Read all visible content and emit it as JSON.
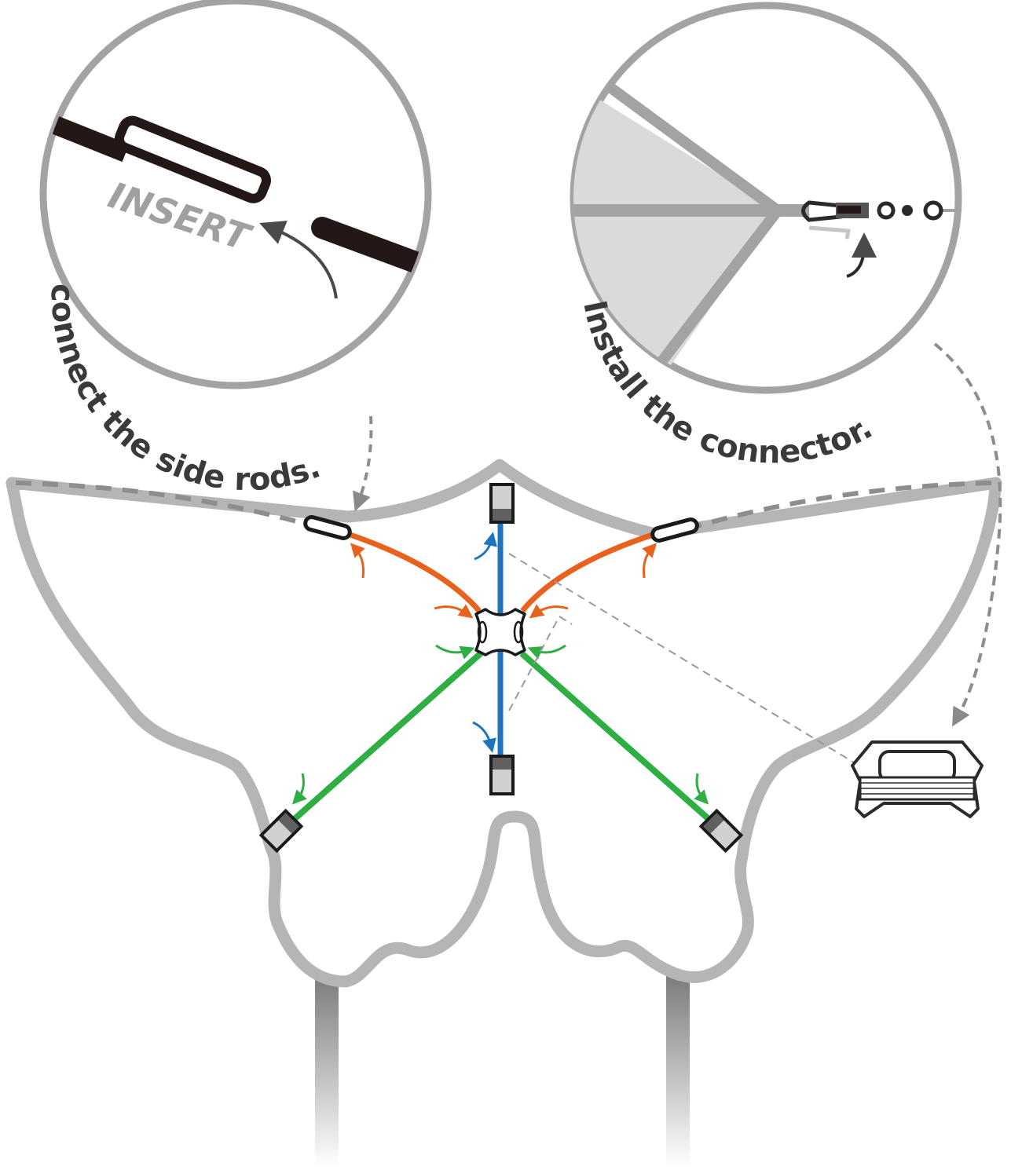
{
  "diagram": {
    "title": "Kite assembly instructions",
    "steps": [
      {
        "id": "side-rods",
        "caption": "connect the side rods.",
        "label": "INSERT"
      },
      {
        "id": "connector",
        "caption": "Install the connector."
      }
    ],
    "components": {
      "spine_rod_color": "#1f74c0",
      "upper_spreader_color": "#e8621e",
      "lower_spreader_color": "#2eae43",
      "sail_outline_color": "#b5b5b5",
      "circle_outline_color": "#a3a3a3",
      "text_color": "#3a3a3a"
    },
    "icons": [
      "central-connector-icon",
      "line-winder-icon",
      "swivel-clip-icon",
      "rod-ferrule-icon",
      "rod-end-cap-icon"
    ]
  }
}
